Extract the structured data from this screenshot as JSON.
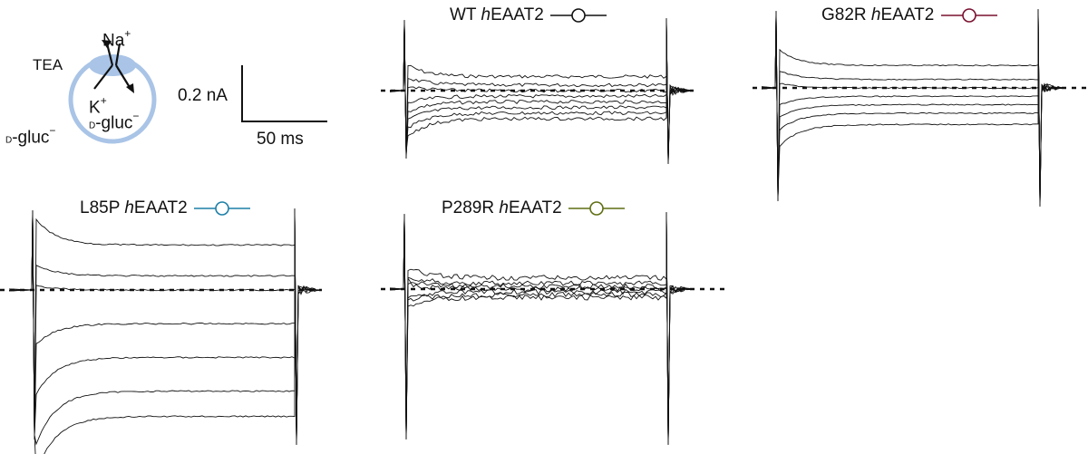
{
  "cell_diagram": {
    "external": {
      "tea": "TEA",
      "gluc": "D-gluc",
      "gluc_charge": "−"
    },
    "transporter": {
      "na": "Na",
      "na_charge": "+",
      "k": "K",
      "k_charge": "+",
      "gluc": "D-gluc",
      "gluc_charge": "−"
    },
    "colors": {
      "membrane": "#a9c4e6",
      "transporter": "#a9c4e6",
      "arrow": "#111111"
    }
  },
  "scale_bar": {
    "current": "0.2 nA",
    "time": "50 ms"
  },
  "panels": [
    {
      "id": "wt",
      "prefix": "WT ",
      "gene": "h",
      "suffix": "EAAT2",
      "color": "#111111"
    },
    {
      "id": "g82r",
      "prefix": "G82R ",
      "gene": "h",
      "suffix": "EAAT2",
      "color": "#7a1030"
    },
    {
      "id": "l85p",
      "prefix": "L85P ",
      "gene": "h",
      "suffix": "EAAT2",
      "color": "#1c7fa6"
    },
    {
      "id": "p289r",
      "prefix": "P289R ",
      "gene": "h",
      "suffix": "EAAT2",
      "color": "#5e6e12"
    }
  ],
  "traces": {
    "wt": {
      "steady": [
        0.05,
        0.02,
        0.0,
        -0.02,
        -0.04,
        -0.06,
        -0.08,
        -0.1
      ],
      "noise": 0.012
    },
    "g82r": {
      "steady": [
        0.08,
        0.03,
        0.0,
        -0.03,
        -0.06,
        -0.09,
        -0.13
      ],
      "noise": 0.004
    },
    "l85p": {
      "steady": [
        0.16,
        0.05,
        0.0,
        -0.12,
        -0.24,
        -0.36,
        -0.45
      ],
      "noise": 0.005
    },
    "p289r": {
      "steady": [
        0.04,
        0.02,
        0.01,
        0.0,
        -0.01,
        -0.02,
        -0.03
      ],
      "noise": 0.018
    }
  }
}
